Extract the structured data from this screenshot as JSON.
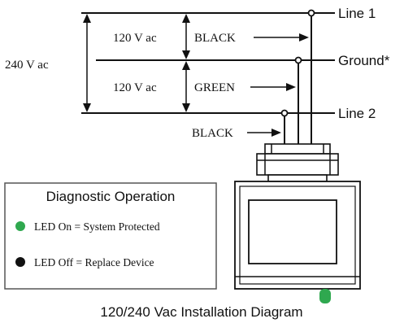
{
  "lines": {
    "line1": "Line 1",
    "ground": "Ground*",
    "line2": "Line 2"
  },
  "voltages": {
    "total": "240 V ac",
    "upper": "120 V ac",
    "lower": "120 V ac"
  },
  "wires": {
    "black_upper": "BLACK",
    "green": "GREEN",
    "black_lower": "BLACK"
  },
  "diagnostic": {
    "title": "Diagnostic Operation",
    "led_on": "LED On = System Protected",
    "led_off": "LED Off = Replace Device"
  },
  "caption": "120/240 Vac Installation Diagram",
  "colors": {
    "led_green": "#2fa84f",
    "led_black": "#111111"
  }
}
